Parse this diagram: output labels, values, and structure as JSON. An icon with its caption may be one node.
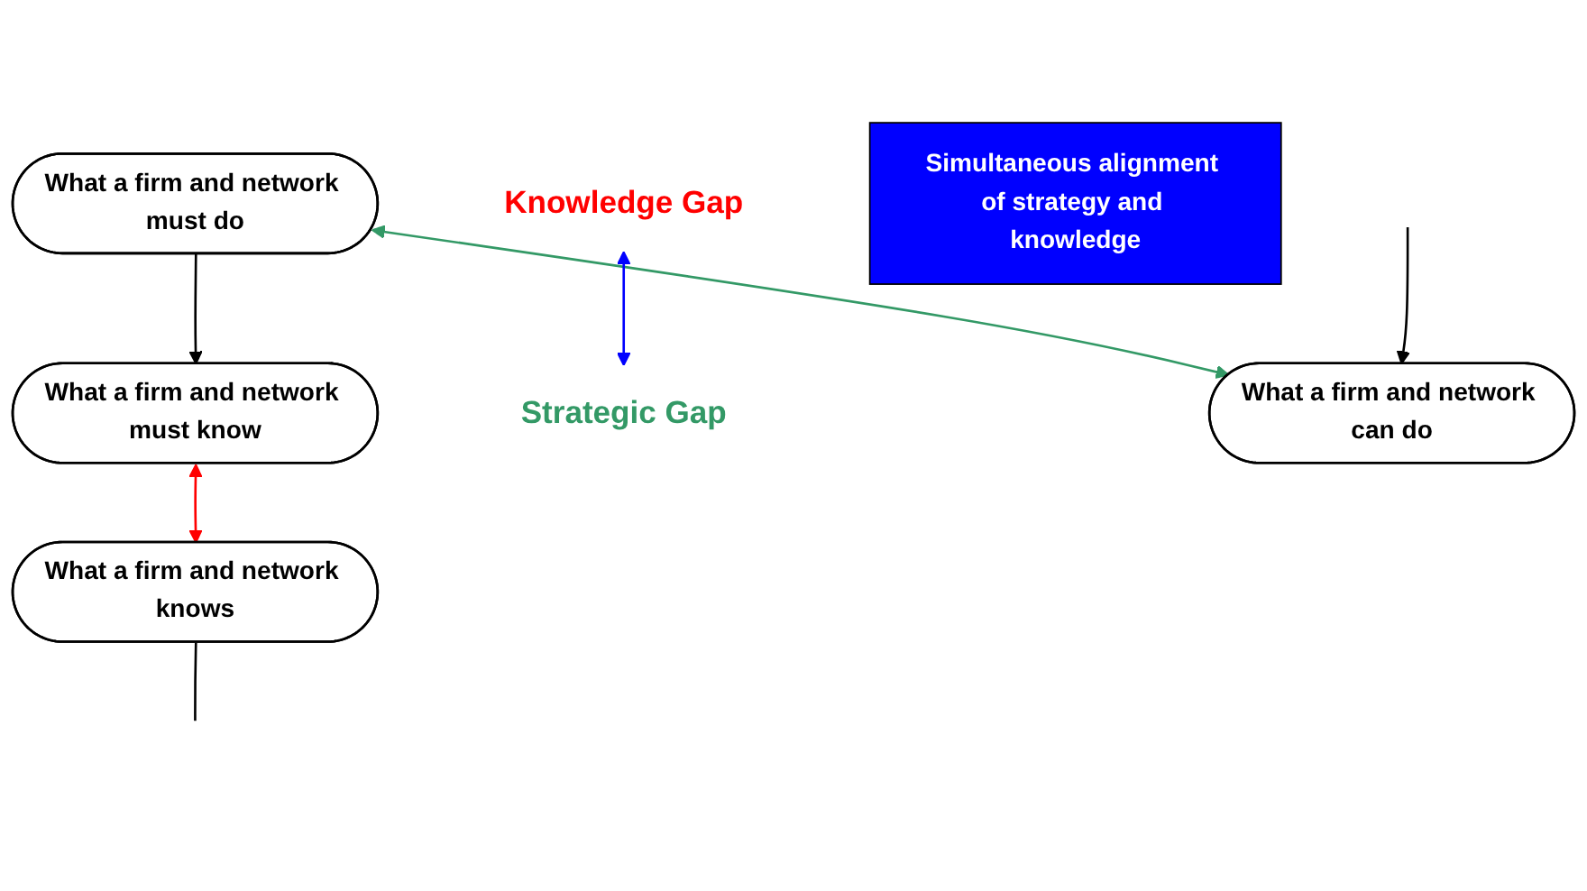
{
  "diagram": {
    "nodes": [
      {
        "text": [
          "What a firm and network must know"
        ]
      },
      {
        "text": [
          "What a firm and network must do"
        ]
      },
      {
        "text": [
          "Knowledge Gap"
        ]
      },
      {
        "text": [
          "Strategic Gap"
        ]
      },
      {
        "text": [
          "Simultaneous alignment of strategy and knowledge"
        ]
      },
      {
        "text": [
          "What a firm and network knows"
        ]
      },
      {
        "text": [
          "What a firm and network can do"
        ]
      }
    ],
    "edges": [
      {
        "from": 1,
        "to": 0,
        "arrow": "to"
      },
      {
        "from": 0,
        "to": 5,
        "arrow": "both",
        "color": "#ff0000"
      },
      {
        "from": 1,
        "to": 6,
        "arrow": "both",
        "color": "#339966"
      },
      {
        "from": 2,
        "to": 3,
        "arrow": "both",
        "color": "#0000ff"
      },
      {
        "from": 5,
        "to": null,
        "arrow": "none"
      },
      {
        "from": null,
        "to": 6,
        "arrow": "to"
      }
    ]
  }
}
